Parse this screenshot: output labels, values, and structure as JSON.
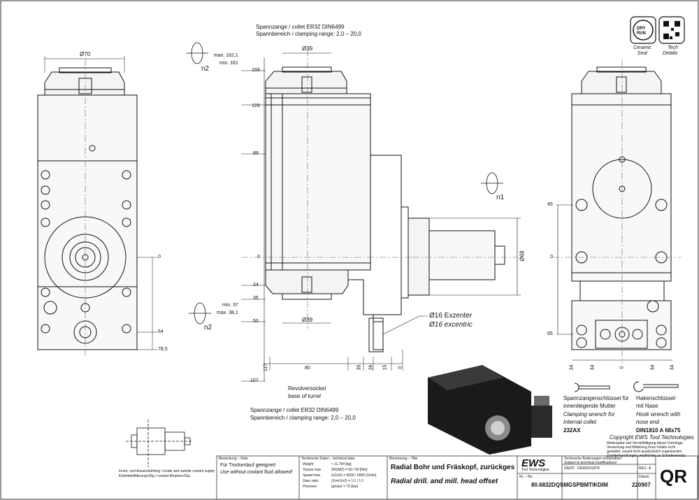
{
  "header": {
    "collet_top_line1": "Spannzange / collet    ER32    DIN6499",
    "collet_top_line2": "Spannbereich / clamping range: 2,0 – 20,0",
    "collet_bottom_line1": "Spannzange / collet    ER32    DIN6499",
    "collet_bottom_line2": "Spannbereich / clamping range: 2,0 – 20,0"
  },
  "badges": {
    "dry_run_line1": "DRY",
    "dry_run_line2": "RUN",
    "ceramic_seal_line1": "Ceramic",
    "ceramic_seal_line2": "Seal",
    "tech_details_line1": "Tech",
    "tech_details_line2": "Details"
  },
  "dimensions": {
    "d70": "Ø70",
    "d39_top": "Ø39",
    "d39_bottom": "Ø39",
    "d68": "Ø68",
    "max_162": "max. 162,1",
    "min_161": "min. 161",
    "v159": "159",
    "v129": "129",
    "v89": "89",
    "v0_mid": "0",
    "v24": "24",
    "v35": "35",
    "min_37": "min. 37",
    "max_38": "max. 38,1",
    "v50": "50",
    "v107": "107",
    "left_0": "0",
    "left_64": "64",
    "left_78": "78,5",
    "right_45": "45",
    "right_0": "0",
    "right_65": "65",
    "h117": "117",
    "h80": "80",
    "h35": "35",
    "h26": "26",
    "h15": "15",
    "h0": "0",
    "r34a": "34",
    "r34b": "34",
    "r0": "0",
    "r34c": "34",
    "r34d": "34"
  },
  "labels": {
    "n1": "n1",
    "n2_top": "n2",
    "n2_bottom": "n2",
    "exzenter": "Ø16 Exzenter",
    "excentric": "Ø16 excentric",
    "revolver_de": "Revolversockel",
    "revolver_en": "base of turret",
    "coolant_line1": "Innen- und Aussenkühlung / inside and outside coolant supply",
    "coolant_line2": "Kühlmittelfilterung<50µ / coolant filtration<50µ",
    "wrench1_de1": "Spannzangenschlüssel für",
    "wrench1_de2": "innenliegende Mutter",
    "wrench1_en1": "Clamping wrench for",
    "wrench1_en2": "internal collet",
    "wrench1_code": "232AX",
    "wrench2_de1": "Hakenschlüssel",
    "wrench2_de2": "mit Nase",
    "wrench2_en1": "Hook wrench with",
    "wrench2_en2": "nose end",
    "wrench2_code": "DIN1810 A 68x75",
    "copyright": "Copyright EWS Tool Technologies",
    "copyright_note1": "Weitergabe und Vervielfältigung dieser Unterlage,",
    "copyright_note2": "Verwertung und Mitteilung ihres Inhalts nicht",
    "copyright_note3": "gestattet, soweit nicht ausdrücklich zugestanden.",
    "copyright_note4": "Zuwiderhandlungen verpflichten zu Schadenersatz."
  },
  "title_block": {
    "remark_label": "Bemerkung – Note",
    "remark_de": "Für Trockenlauf geeignet!",
    "remark_en": "Use without coolant fluid allowed!",
    "tech_label": "Technische Daten – technical data",
    "weight_label": "Weight",
    "weight_value": "≈ 11,704 [kg]",
    "torque_label": "Torque max",
    "torque_value": "(M1/M2) = 50 / 50 [Nm]",
    "speed_label": "Speed max",
    "speed_value": "(n1/n2) = 6000 / 6000 [1/min]",
    "ratio_label": "Gear ratio",
    "ratio_value": "(i1=n1/n2) = 1:1 | 1:1",
    "pressure_label": "Pressure",
    "pressure_value": "(pmax) = 70 [bar]",
    "name_label": "Benennung – Title",
    "title_de": "Radial Bohr und Fräskopf, zurückges",
    "title_en": "Radial drill. and mill. head offset",
    "ews_logo": "EWS",
    "ews_sub": "Tool Technologies",
    "mod_note_de": "Technische Änderungen vorbehalten!",
    "mod_note_en": "Subject to technical modifications!",
    "ident_label": "IDENT:",
    "ident_value": "DEWS151878",
    "rev_label": "REV.:",
    "rev_value": "A",
    "nr_label": "Nr. – No.",
    "part_number": "80.6832DQSMGSPBMTIKDIM",
    "date_label": "Datum",
    "date_value": "220907",
    "qr_label": "QR"
  }
}
